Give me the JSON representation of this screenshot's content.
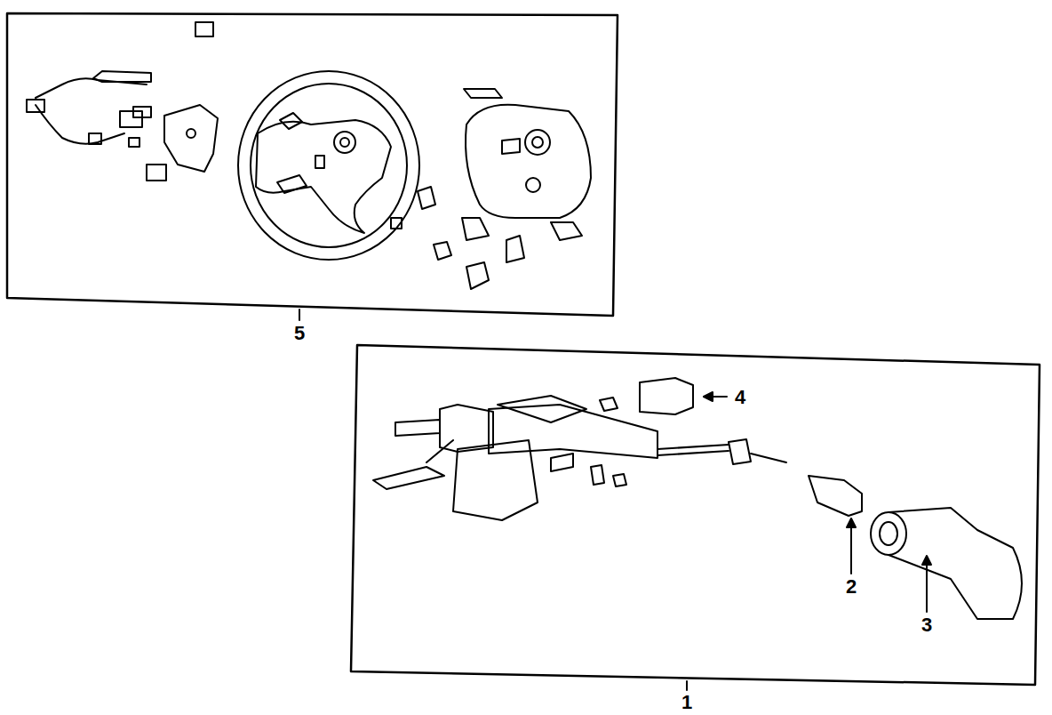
{
  "diagram": {
    "labels": [
      "5",
      "4",
      "2",
      "3",
      "1"
    ]
  }
}
